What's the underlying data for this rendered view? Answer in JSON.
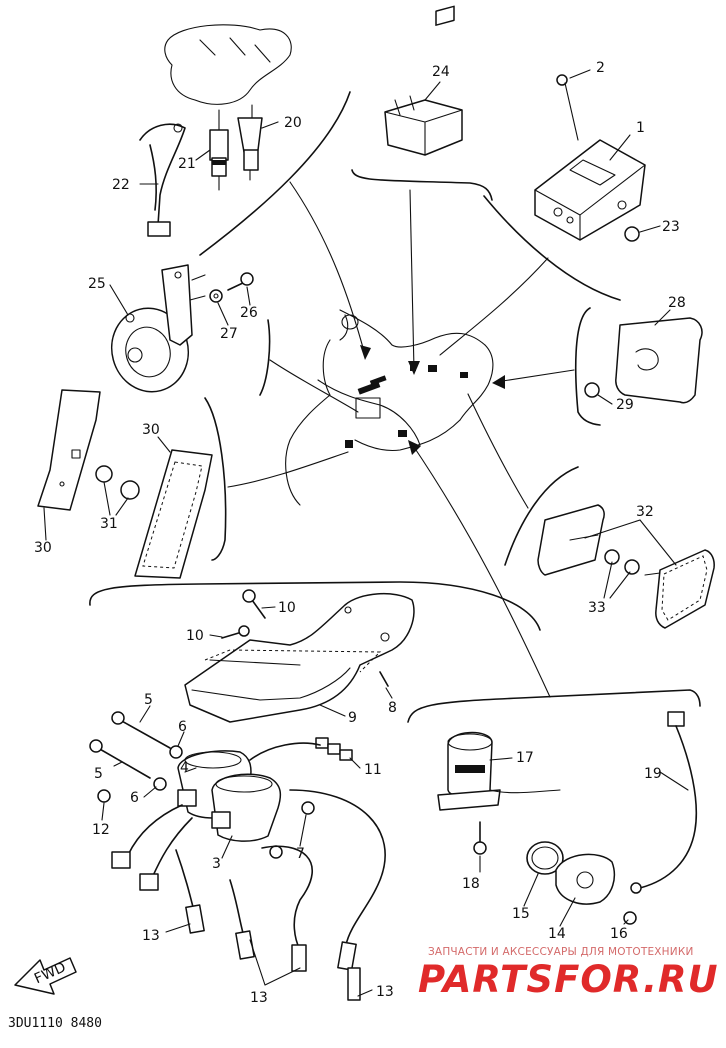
{
  "labels": {
    "p1": "1",
    "p2": "2",
    "p3": "3",
    "p4": "4",
    "p5a": "5",
    "p5b": "5",
    "p6a": "6",
    "p6b": "6",
    "p7": "7",
    "p8": "8",
    "p9": "9",
    "p10a": "10",
    "p10b": "10",
    "p11": "11",
    "p12": "12",
    "p13a": "13",
    "p13b": "13",
    "p13c": "13",
    "p14": "14",
    "p15": "15",
    "p16": "16",
    "p17": "17",
    "p18": "18",
    "p19": "19",
    "p20": "20",
    "p21": "21",
    "p22": "22",
    "p23": "23",
    "p24": "24",
    "p25": "25",
    "p26": "26",
    "p27": "27",
    "p28": "28",
    "p29": "29",
    "p30a": "30",
    "p30b": "30",
    "p31": "31",
    "p32": "32",
    "p33": "33"
  },
  "fwd_arrow": "FWD",
  "catalog_number": "3DU1110 8480",
  "watermark": {
    "tagline": "ЗАПЧАСТИ И АКСЕССУАРЫ ДЛЯ МОТОТЕХНИКИ",
    "logo": "PARTSFOR.RU"
  }
}
